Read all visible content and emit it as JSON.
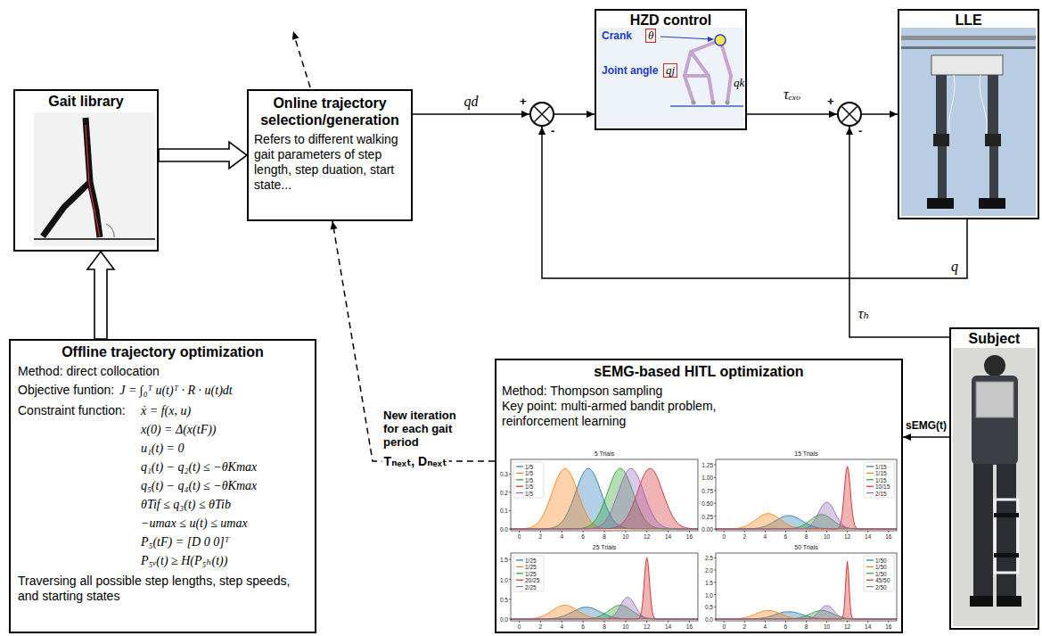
{
  "diagram": {
    "nodes": [
      {
        "text": [
          "Gait library"
        ]
      },
      {
        "text": [
          "Online trajectory selection/generation",
          "Refers to different walking gait parameters of step length, step duation, start state..."
        ]
      },
      {
        "text": [
          "+",
          "-"
        ]
      },
      {
        "text": [
          "HZD control"
        ]
      },
      {
        "text": [
          "+",
          "-"
        ]
      },
      {
        "text": [
          "LLE"
        ]
      },
      {
        "text": [
          "Offline trajectory optimization",
          "Method: direct collocation",
          "Objective funtion:",
          "J = ∫₀ᵀ u(t)ᵀ · R · u(t)dt",
          "Constraint function:",
          "ẋ = f(x, u)",
          "x(0) = Δ(x(tF))",
          "u₁(t) = 0",
          "q₁(t) − q₂(t) ≤ −θKmax",
          "q₅(t) − q₄(t) ≤ −θKmax",
          "θTif ≤ q₃(t) ≤ θTib",
          "−umax ≤ u(t) ≤ umax",
          "P₅(tF) = [D 0 0]ᵀ",
          "P₅ᵥ(t) ≥ H(P₅ₕ(t))",
          "Traversing all possible step lengths, step speeds, and starting states"
        ]
      },
      {
        "text": [
          "sEMG-based HITL optimization",
          "Method: Thompson sampling",
          "Key point: multi-armed bandit problem, reinforcement learning"
        ]
      },
      {
        "text": [
          "Subject"
        ]
      }
    ],
    "edges": [
      {
        "from": 0,
        "to": 1,
        "arrow": "to"
      },
      {
        "from": 6,
        "to": 0,
        "arrow": "to"
      },
      {
        "from": 1,
        "to": 2,
        "label": "qd",
        "arrow": "to"
      },
      {
        "from": 2,
        "to": 3,
        "arrow": "to"
      },
      {
        "from": 3,
        "to": 4,
        "label": "τₑₓₒ",
        "arrow": "to"
      },
      {
        "from": 4,
        "to": 5,
        "arrow": "to"
      },
      {
        "from": 5,
        "to": 2,
        "label": "q",
        "arrow": "to"
      },
      {
        "from": 8,
        "to": 4,
        "label": "τₕ",
        "arrow": "to"
      },
      {
        "from": 8,
        "to": 7,
        "label": "sEMG(t)",
        "arrow": "to"
      },
      {
        "from": 7,
        "to": 1,
        "label": "Tₙₑₓₜ, Dₙₑₓₜ",
        "arrow": "to"
      }
    ],
    "labels": [
      "Crank",
      "θ",
      "Joint angle",
      "qj",
      "qk",
      "New iteration for each gait period",
      "5 Trials",
      "1/5",
      "1/5",
      "1/5",
      "1/5",
      "1/5",
      "0.0",
      "0.1",
      "0.2",
      "0.3",
      "0",
      "2",
      "4",
      "6",
      "8",
      "10",
      "12",
      "14",
      "16",
      "15 Trials",
      "1/15",
      "1/15",
      "1/15",
      "10/15",
      "2/15",
      "0.00",
      "0.25",
      "0.50",
      "0.75",
      "1.00",
      "1.25",
      "0",
      "2",
      "4",
      "6",
      "8",
      "10",
      "12",
      "14",
      "16",
      "25 Trials",
      "1/25",
      "1/25",
      "1/25",
      "20/25",
      "2/25",
      "0.0",
      "0.5",
      "1.0",
      "1.5",
      "0",
      "2",
      "4",
      "6",
      "8",
      "10",
      "12",
      "14",
      "16",
      "50 Trials",
      "1/50",
      "1/50",
      "1/50",
      "45/50",
      "2/50",
      "0.0",
      "0.5",
      "1.0",
      "1.5",
      "2.0",
      "2.5",
      "0",
      "2",
      "4",
      "6",
      "8",
      "10",
      "12",
      "14",
      "16"
    ]
  }
}
